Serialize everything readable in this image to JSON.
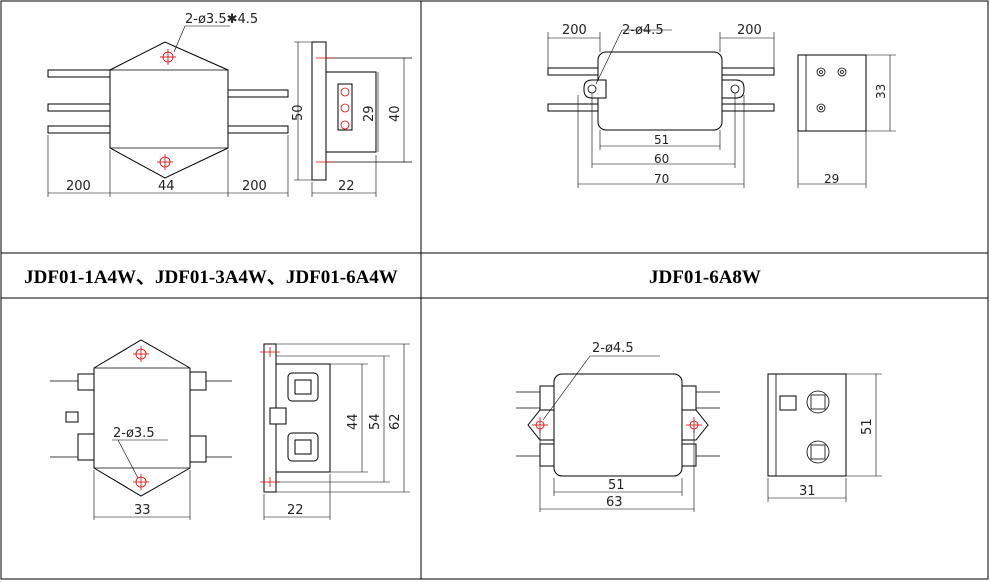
{
  "cells": {
    "tl": {
      "hole_note": "2-ø3.5✱4.5",
      "dims": {
        "lead_left": "200",
        "body": "44",
        "lead_right": "200",
        "height": "50",
        "inner_h1": "29",
        "inner_h2": "40",
        "depth": "22"
      }
    },
    "tr": {
      "hole_note": "2-ø4.5",
      "dims": {
        "lead_left": "200",
        "lead_right": "200",
        "w1": "51",
        "w2": "60",
        "w3": "70",
        "height": "33",
        "depth": "29"
      }
    },
    "bl": {
      "hole_note": "2-ø3.5",
      "dims": {
        "width": "33",
        "h1": "44",
        "h2": "54",
        "h3": "62",
        "depth": "22"
      }
    },
    "br": {
      "hole_note": "2-ø4.5",
      "dims": {
        "w1": "51",
        "w2": "63",
        "height": "51",
        "depth": "31"
      }
    }
  },
  "titles": {
    "left": "JDF01-1A4W、JDF01-3A4W、JDF01-6A4W",
    "right": "JDF01-6A8W"
  }
}
